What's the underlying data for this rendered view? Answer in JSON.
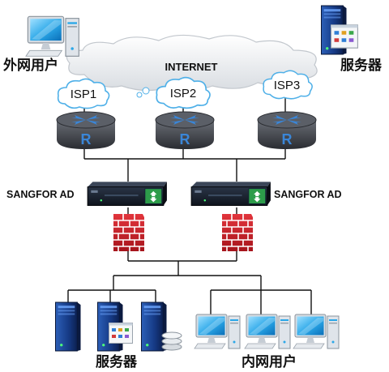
{
  "labels": {
    "external_user": "外网用户",
    "server_top": "服务器",
    "internet": "INTERNET",
    "isp1": "ISP1",
    "isp2": "ISP2",
    "isp3": "ISP3",
    "router_letter": "R",
    "sangfor_left": "SANGFOR AD",
    "sangfor_right": "SANGFOR AD",
    "server_bottom": "服务器",
    "internal_user": "内网用户"
  },
  "icons": {
    "external_user": "desktop-computer-icon",
    "server_top": "server-tower-icon",
    "internet": "cloud-icon",
    "isp": "cloud-icon",
    "router": "router-icon",
    "appliance": "rack-appliance-icon",
    "firewall": "firewall-brick-icon",
    "server_bottom": "server-tower-icon",
    "internal_user": "desktop-computer-icon"
  },
  "colors": {
    "line": "#111111",
    "cloud": "#eef0f2",
    "router": "#3a3d44",
    "router_accent": "#3a86d8",
    "brick": "#c8202a",
    "monitor": "#2aa7e8",
    "server_body": "#1f3f86"
  }
}
